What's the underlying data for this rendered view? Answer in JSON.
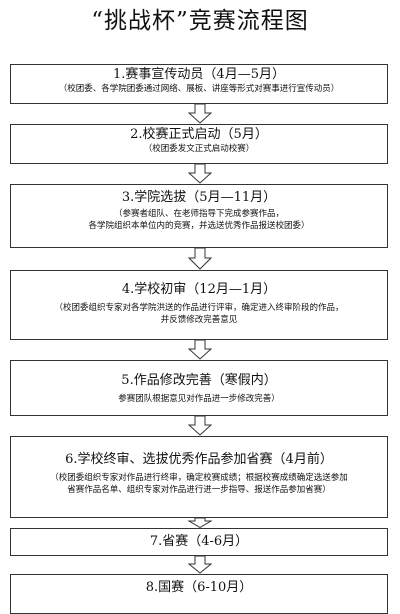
{
  "title": "“挑战杯”竞赛流程图",
  "colors": {
    "line": "#333333",
    "text": "#111111",
    "background": "#ffffff"
  },
  "steps": [
    {
      "title": "1.赛事宣传动员（4月—5月）",
      "detail": "（校团委、各学院团委通过网络、展板、讲座等形式对赛事进行宣传动员）"
    },
    {
      "title": "2.校赛正式启动（5月）",
      "detail": "（校团委发文正式启动校赛）"
    },
    {
      "title": "3.学院选拔（5月—11月）",
      "detail": "（参赛者组队、在老师指导下完成参赛作品，\n各学院组织本单位内的竞赛，并选送优秀作品报送校团委）"
    },
    {
      "title": "4.学校初审（12月—1月）",
      "detail": "（校团委组织专家对各学院洪送的作品进行评审，确定进入终审阶段的作品，\n并反馈修改完善意见"
    },
    {
      "title": "5.作品修改完善（寒假内）",
      "detail": "参赛团队根据意见对作品进一步修改完善）"
    },
    {
      "title": "6.学校终审、选拔优秀作品参加省赛（4月前）",
      "detail": "（校团委组织专家对作品进行终审，确定校赛成绩；根据校赛成绩确定选送参加\n省赛作品名单、组织专家对作品进行进一步指导、报送作品参加省赛）"
    },
    {
      "title": "7.省赛（4-6月）",
      "detail": ""
    },
    {
      "title": "8.国赛（6-10月）",
      "detail": ""
    }
  ]
}
